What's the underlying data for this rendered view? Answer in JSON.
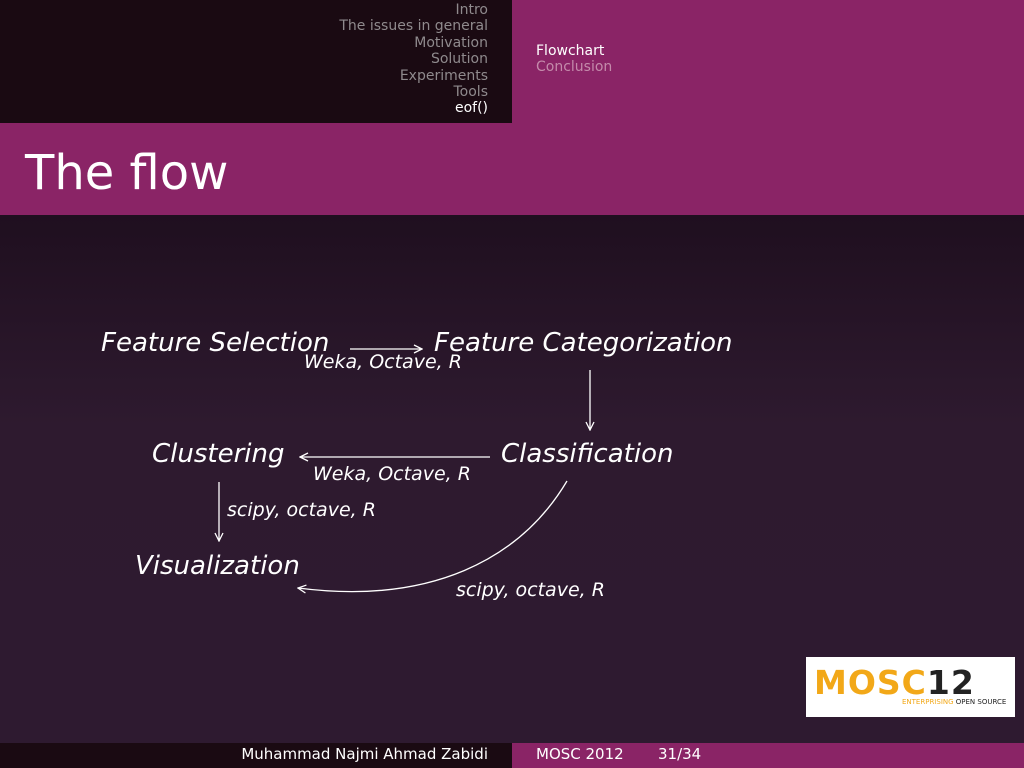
{
  "nav": {
    "sections": [
      "Intro",
      "The issues in general",
      "Motivation",
      "Solution",
      "Experiments",
      "Tools",
      "eof()"
    ],
    "subsections": [
      "Flowchart",
      "Conclusion"
    ]
  },
  "slide": {
    "title": "The flow"
  },
  "diagram": {
    "nodes": {
      "feature_selection": "Feature Selection",
      "feature_categorization": "Feature Categorization",
      "clustering": "Clustering",
      "classification": "Classification",
      "visualization": "Visualization"
    },
    "edges": {
      "selection_to_categorization": "Weka, Octave, R",
      "classification_to_clustering": "Weka, Octave, R",
      "clustering_to_visualization": "scipy, octave, R",
      "classification_to_visualization": "scipy, octave, R"
    }
  },
  "logo": {
    "mark": "MOSC",
    "year": "12",
    "tagline_orange": "ENTERPRISING",
    "tagline_dark": "OPEN SOURCE"
  },
  "footer": {
    "author": "Muhammad Najmi Ahmad Zabidi",
    "event": "MOSC 2012",
    "page": "31/34"
  },
  "colors": {
    "accent": "#8a2466",
    "dark_header": "#1a0a12",
    "background": "#2c1a2f",
    "logo_orange": "#f2a818"
  }
}
